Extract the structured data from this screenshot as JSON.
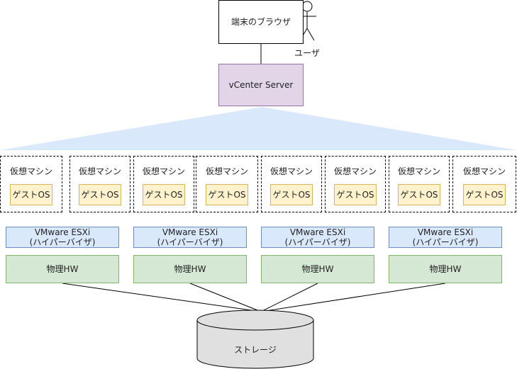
{
  "browser": {
    "label": "端末のブラウザ"
  },
  "user": {
    "label": "ユーザ"
  },
  "vcenter": {
    "label": "vCenter Server"
  },
  "vms": [
    {
      "vm_label": "仮想マシン",
      "guest_label": "ゲストOS"
    },
    {
      "vm_label": "仮想マシン",
      "guest_label": "ゲストOS"
    },
    {
      "vm_label": "仮想マシン",
      "guest_label": "ゲストOS"
    },
    {
      "vm_label": "仮想マシン",
      "guest_label": "ゲストOS"
    },
    {
      "vm_label": "仮想マシン",
      "guest_label": "ゲストOS"
    },
    {
      "vm_label": "仮想マシン",
      "guest_label": "ゲストOS"
    },
    {
      "vm_label": "仮想マシン",
      "guest_label": "ゲストOS"
    },
    {
      "vm_label": "仮想マシン",
      "guest_label": "ゲストOS"
    }
  ],
  "hosts": [
    {
      "esxi_line1": "VMware ESXi",
      "esxi_line2": "(ハイパーバイザ)",
      "hw_label": "物理HW"
    },
    {
      "esxi_line1": "VMware ESXi",
      "esxi_line2": "(ハイパーバイザ)",
      "hw_label": "物理HW"
    },
    {
      "esxi_line1": "VMware ESXi",
      "esxi_line2": "(ハイパーバイザ)",
      "hw_label": "物理HW"
    },
    {
      "esxi_line1": "VMware ESXi",
      "esxi_line2": "(ハイパーバイザ)",
      "hw_label": "物理HW"
    }
  ],
  "storage": {
    "label": "ストレージ"
  },
  "colors": {
    "vcenter_fill": "#e1d5e7",
    "vcenter_stroke": "#9673a6",
    "guest_fill": "#fff2cc",
    "guest_stroke": "#d6b656",
    "esxi_fill": "#dae8fc",
    "esxi_stroke": "#6c8ebf",
    "hw_fill": "#d5e8d4",
    "hw_stroke": "#82b366",
    "storage_fill": "#e0e0e0",
    "fan_fill": "#dae8fc"
  }
}
